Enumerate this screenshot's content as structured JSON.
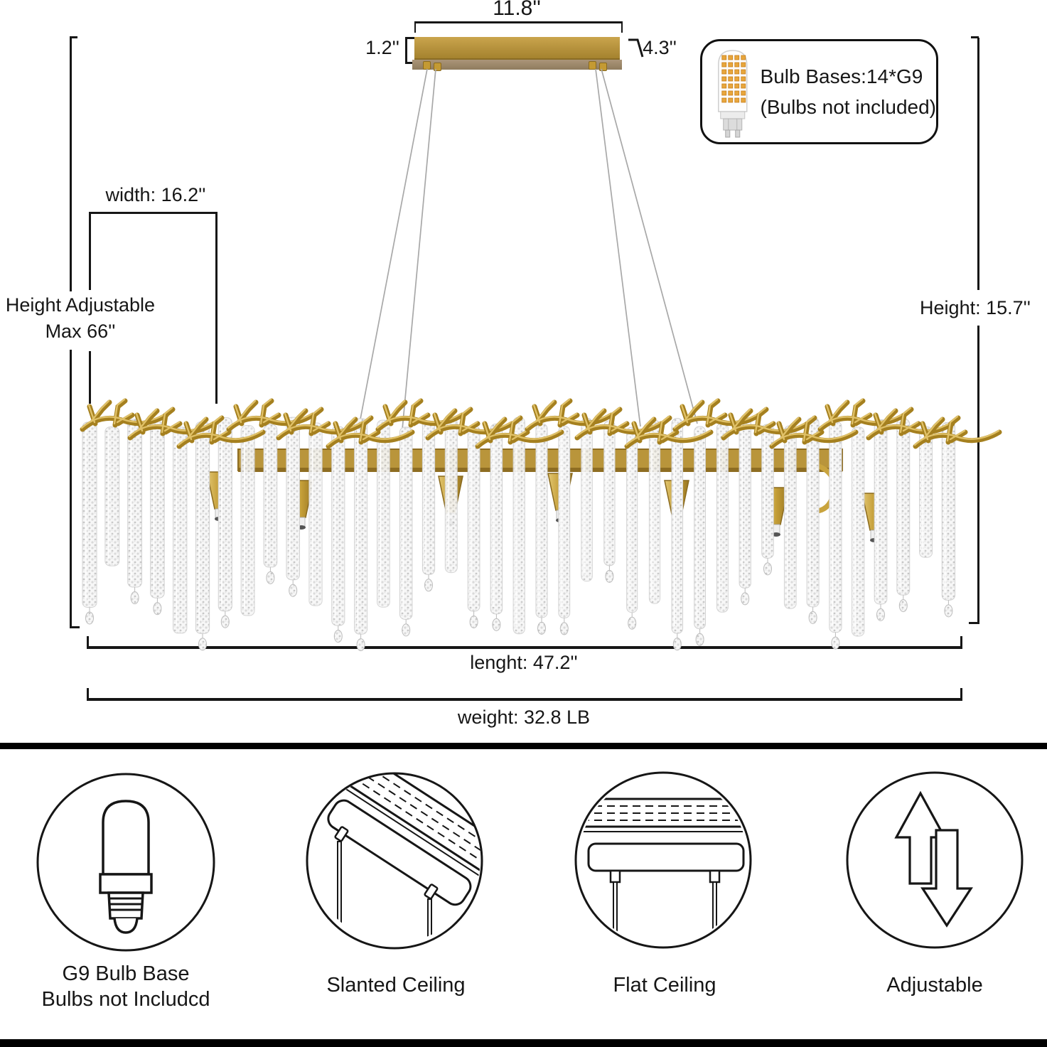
{
  "product": "crystal branch chandelier dimension diagram",
  "colors": {
    "gold": "#c09a3a",
    "gold_dark": "#8a6a1e",
    "crystal": "#ededed",
    "led_orange": "#e8a63c",
    "line": "#161616"
  },
  "top_diagram": {
    "canopy_width_label": "11.8''",
    "canopy_height_label": "1.2''",
    "canopy_depth_label": "4.3''",
    "bulb_box": {
      "line1": "Bulb Bases:14*G9",
      "line2": "(Bulbs not included)"
    },
    "width_label": "width: 16.2''",
    "height_adjustable": {
      "line1": "Height Adjustable",
      "line2": "Max 66''"
    },
    "height_label": "Height: 15.7''",
    "length_label": "lenght: 47.2''",
    "weight_label": "weight: 32.8 LB"
  },
  "features": [
    {
      "icon": "g9-bulb-outline",
      "lines": [
        "G9 Bulb Base",
        "Bulbs not Includcd"
      ]
    },
    {
      "icon": "slanted-ceiling",
      "lines": [
        "Slanted Ceiling"
      ]
    },
    {
      "icon": "flat-ceiling",
      "lines": [
        "Flat Ceiling"
      ]
    },
    {
      "icon": "adjustable-arrows",
      "lines": [
        "Adjustable"
      ]
    }
  ]
}
